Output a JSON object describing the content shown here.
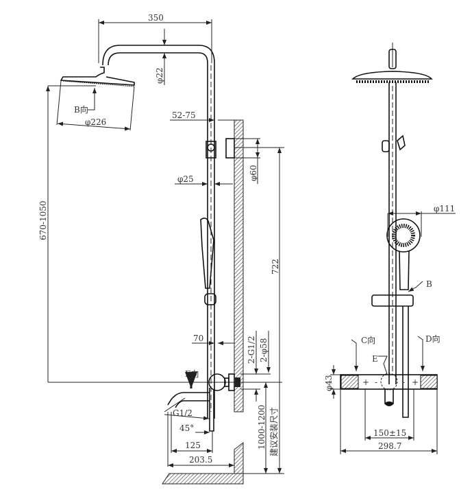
{
  "drawing": {
    "side_view": {
      "arm_width": "350",
      "arm_diameter": "φ22",
      "head_view_label": "B向",
      "head_diameter": "φ226",
      "wall_offset": "52-75",
      "bracket_diameter": "φ60",
      "column_diameter": "φ25",
      "head_height_range": "670-1050",
      "bracket_height": "722",
      "mixer_offset": "70",
      "inlet_thread": "2-G1/2",
      "escutcheon_diameter": "2-φ58",
      "mixer_view_label": "F向",
      "spout_thread": "G1/2",
      "spout_angle": "45°",
      "spout_length": "125",
      "spout_total": "203.5",
      "install_height_range": "1000-1200",
      "install_height_note": "建议安装尺寸"
    },
    "front_view": {
      "hand_shower_diameter": "φ111",
      "hand_shower_label": "B",
      "left_view_label": "C向",
      "right_view_label": "D向",
      "center_label": "E",
      "mixer_diameter": "φ43",
      "inlet_spacing": "150±15",
      "mixer_width": "298.7",
      "hot_sign": "+",
      "cold_sign": "-"
    }
  }
}
